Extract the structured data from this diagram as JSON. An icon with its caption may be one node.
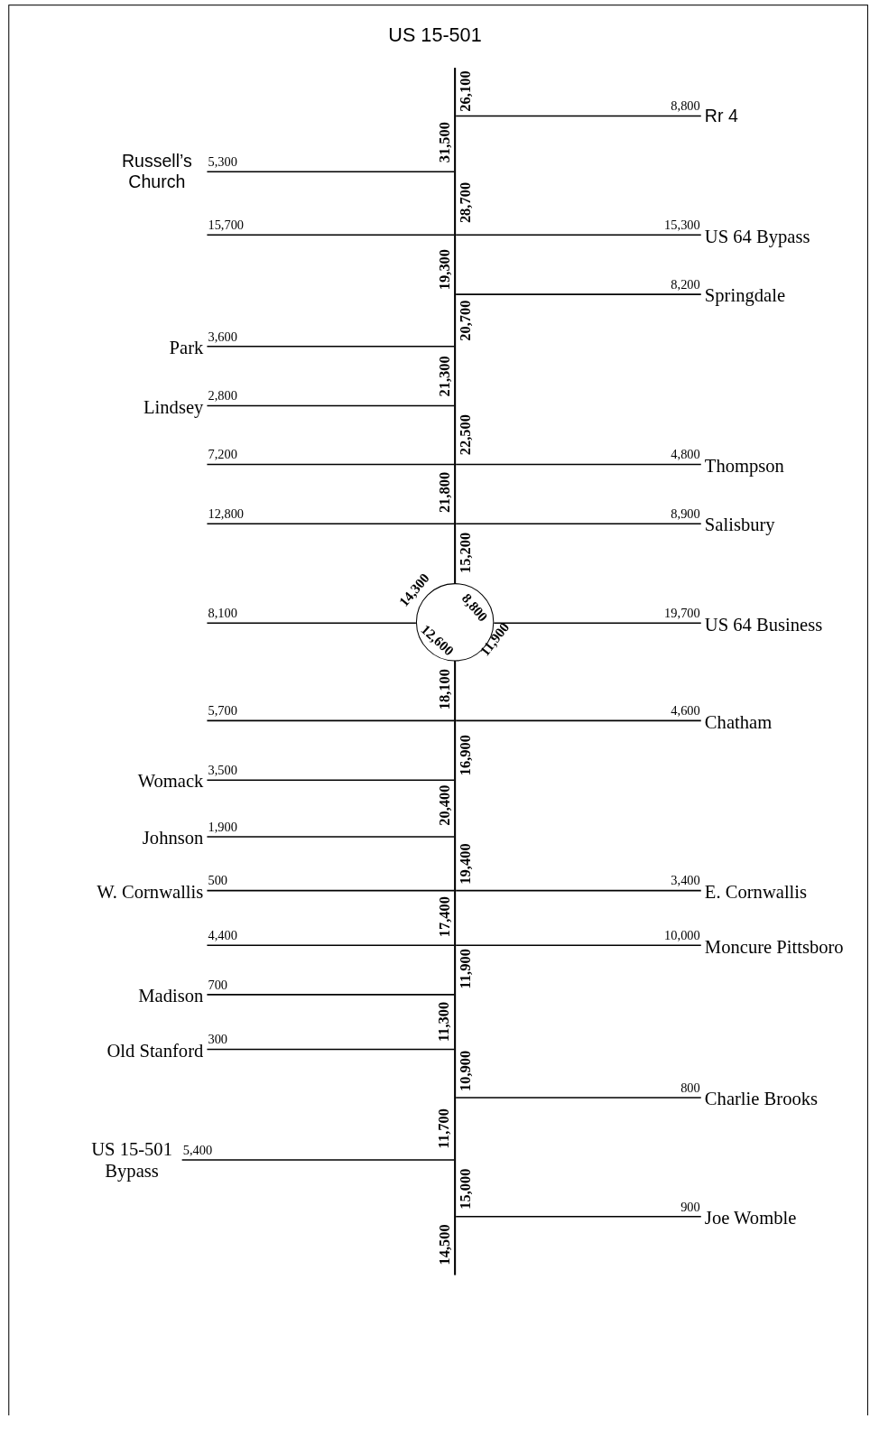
{
  "diagram": {
    "title": "US 15-501",
    "nodes": [
      {
        "text": [],
        "shape": "bar"
      },
      {
        "text": [
          "Rr 4"
        ]
      },
      {
        "text": [
          "Russell’s Church"
        ]
      },
      {
        "text": [
          "US 64 Bypass"
        ]
      },
      {
        "text": [
          "Springdale"
        ]
      },
      {
        "text": [
          "Park"
        ]
      },
      {
        "text": [
          "Lindsey"
        ]
      },
      {
        "text": [
          "Thompson"
        ]
      },
      {
        "text": [
          "Salisbury"
        ]
      },
      {
        "text": [
          "8,800",
          "12,600"
        ],
        "beside": [
          "14,300",
          "11,900"
        ]
      },
      {
        "text": [
          "US 64 Business"
        ]
      },
      {
        "text": [
          "Chatham"
        ]
      },
      {
        "text": [
          "Womack"
        ]
      },
      {
        "text": [
          "Johnson"
        ]
      },
      {
        "text": [
          "W. Cornwallis"
        ]
      },
      {
        "text": [
          "E. Cornwallis"
        ]
      },
      {
        "text": [
          "Moncure Pittsboro"
        ]
      },
      {
        "text": [
          "Madison"
        ]
      },
      {
        "text": [
          "Old Stanford"
        ]
      },
      {
        "text": [
          "Charlie Brooks"
        ]
      },
      {
        "text": [
          "US 15-501 Bypass"
        ]
      },
      {
        "text": [
          "Joe Womble"
        ]
      }
    ],
    "edges": [
      {
        "from": 1,
        "to": 0,
        "arrow": "none",
        "label": "8,800"
      },
      {
        "from": 2,
        "to": 0,
        "arrow": "none",
        "label": "5,300"
      },
      {
        "from": null,
        "to": 0,
        "arrow": "none",
        "label": "15,700"
      },
      {
        "from": 3,
        "to": 0,
        "arrow": "none",
        "label": "15,300"
      },
      {
        "from": 4,
        "to": 0,
        "arrow": "none",
        "label": "8,200"
      },
      {
        "from": 5,
        "to": 0,
        "arrow": "none",
        "label": "3,600"
      },
      {
        "from": 6,
        "to": 0,
        "arrow": "none",
        "label": "2,800"
      },
      {
        "from": null,
        "to": 0,
        "arrow": "none",
        "label": "7,200"
      },
      {
        "from": 7,
        "to": 0,
        "arrow": "none",
        "label": "4,800"
      },
      {
        "from": null,
        "to": 0,
        "arrow": "none",
        "label": "12,800"
      },
      {
        "from": 8,
        "to": 0,
        "arrow": "none",
        "label": "8,900"
      },
      {
        "from": null,
        "to": 9,
        "arrow": "none",
        "label": "8,100"
      },
      {
        "from": 10,
        "to": 9,
        "arrow": "none",
        "label": "19,700"
      },
      {
        "from": null,
        "to": 0,
        "arrow": "none",
        "label": "5,700"
      },
      {
        "from": 11,
        "to": 0,
        "arrow": "none",
        "label": "4,600"
      },
      {
        "from": 12,
        "to": 0,
        "arrow": "none",
        "label": "3,500"
      },
      {
        "from": 13,
        "to": 0,
        "arrow": "none",
        "label": "1,900"
      },
      {
        "from": 14,
        "to": 0,
        "arrow": "none",
        "label": "500"
      },
      {
        "from": 15,
        "to": 0,
        "arrow": "none",
        "label": "3,400"
      },
      {
        "from": null,
        "to": 0,
        "arrow": "none",
        "label": "4,400"
      },
      {
        "from": 16,
        "to": 0,
        "arrow": "none",
        "label": "10,000"
      },
      {
        "from": 17,
        "to": 0,
        "arrow": "none",
        "label": "700"
      },
      {
        "from": 18,
        "to": 0,
        "arrow": "none",
        "label": "300"
      },
      {
        "from": 19,
        "to": 0,
        "arrow": "none",
        "label": "800"
      },
      {
        "from": 20,
        "to": 0,
        "arrow": "none",
        "label": "5,400"
      },
      {
        "from": 21,
        "to": 0,
        "arrow": "none",
        "label": "900"
      }
    ],
    "labels": [
      "26,100",
      "31,500",
      "28,700",
      "19,300",
      "20,700",
      "21,300",
      "22,500",
      "21,800",
      "15,200",
      "18,100",
      "16,900",
      "20,400",
      "19,400",
      "17,400",
      "11,900",
      "11,300",
      "10,900",
      "11,700",
      "15,000",
      "14,500"
    ]
  }
}
